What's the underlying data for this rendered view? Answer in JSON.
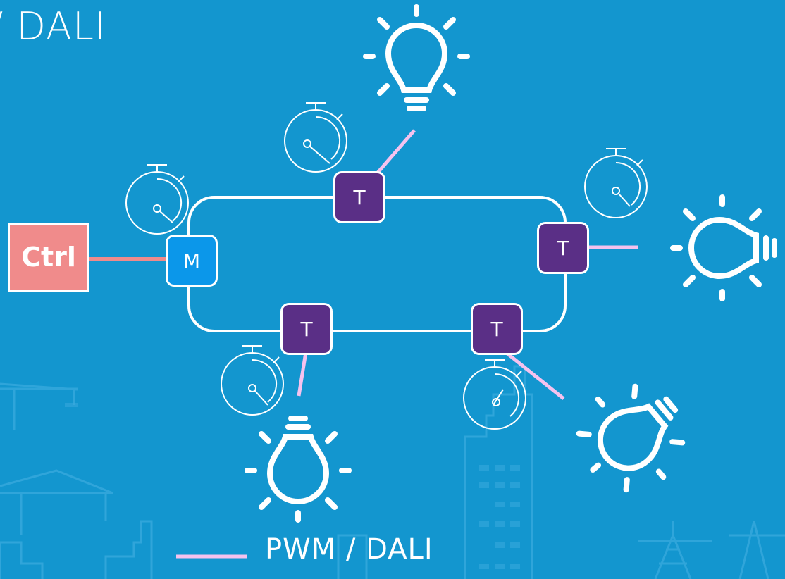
{
  "title": "/ DALI",
  "controller": {
    "label": "Ctrl",
    "color": "#f08b8b"
  },
  "master": {
    "label": "M",
    "color": "#0b97ea"
  },
  "transceivers": {
    "label": "T",
    "color": "#5a2f86"
  },
  "legend": {
    "label": "PWM / DALI",
    "line_color": "#f5c2ee"
  },
  "colors": {
    "background": "#1396cf",
    "ring": "#ffffff",
    "ctrl_link": "#f08b8b",
    "light_link": "#f5c2ee"
  }
}
